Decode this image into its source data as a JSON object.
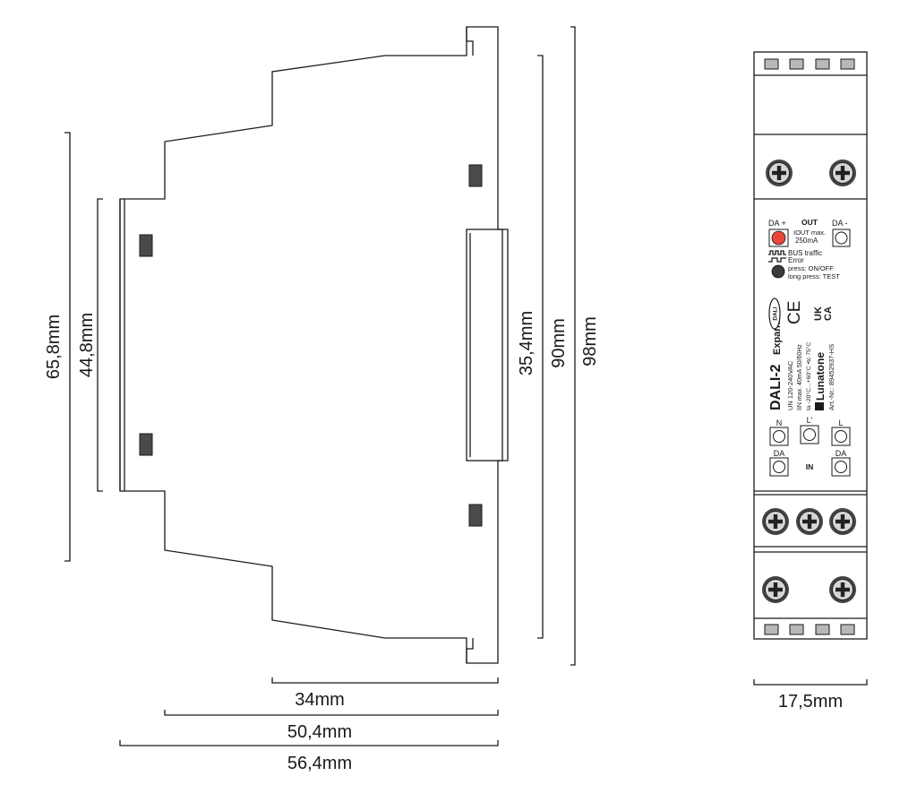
{
  "dimensions": {
    "height_65_8": "65,8mm",
    "height_44_8": "44,8mm",
    "height_35_4": "35,4mm",
    "height_90": "90mm",
    "height_98": "98mm",
    "depth_34": "34mm",
    "depth_50_4": "50,4mm",
    "depth_56_4": "56,4mm",
    "width_17_5": "17,5mm"
  },
  "front_panel": {
    "da_plus": "DA +",
    "out": "OUT",
    "iout_line1": "IOUT max.",
    "iout_line2": "250mA",
    "da_minus": "DA -",
    "bus_traffic": "BUS traffic",
    "error": "Error",
    "press": "press: ON/OFF",
    "long_press": "long press: TEST",
    "product_name": "DALI-2",
    "product_sub": "Expander",
    "brand": "Lunatone",
    "un": "UN 120-240VAC",
    "in": "IIN max. 40mA  50/60Hz",
    "ta": "ta -20°C...+60°C  •tc 75°C",
    "art_nr": "Art.-Nr.: 89452937-HS",
    "dali_logo": "DALI",
    "ce_mark": "CE",
    "ukca_top": "UK",
    "ukca_bottom": "CA",
    "term_n": "N",
    "term_l_prime": "L'",
    "term_l": "L",
    "term_da_left": "DA",
    "term_in": "IN",
    "term_da_right": "DA"
  },
  "colors": {
    "led_red": "#e8463a",
    "clip_gray": "#4a4a4a",
    "tab_gray": "#b8b8b8"
  }
}
